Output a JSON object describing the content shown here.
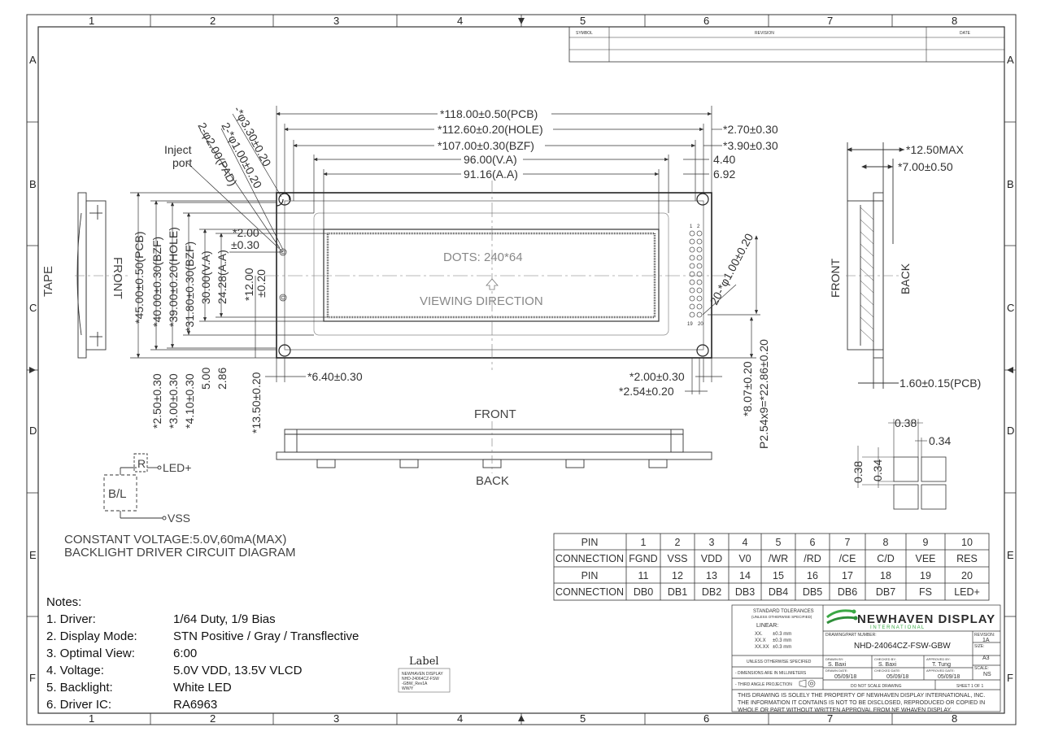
{
  "frame": {
    "col_numbers": [
      "1",
      "2",
      "3",
      "4",
      "5",
      "6",
      "7",
      "8"
    ],
    "row_letters": [
      "A",
      "B",
      "C",
      "D",
      "E",
      "F"
    ]
  },
  "revision_table": {
    "symbol": "SYMBOL",
    "revision": "REVISION",
    "date": "DATE"
  },
  "top_dims": {
    "pcb_w": "*118.00±0.50(PCB)",
    "hole_w": "*112.60±0.20(HOLE)",
    "bzf_w": "*107.00±0.30(BZF)",
    "va_w": "96.00(V.A)",
    "aa_w": "91.16(A.A)",
    "r1": "*2.70±0.30",
    "r2": "*3.90±0.30",
    "r3": "4.40",
    "r4": "6.92"
  },
  "callouts": {
    "hole": "-*φ3.30±0.20",
    "pin_hole": "2-*φ1.00±0.20",
    "pad": "2-φ2.00(PAD)",
    "inject": "Inject",
    "port": "port",
    "x1": "*2.00",
    "x2": "±0.30",
    "y1": "*12.00",
    "y2": "±0.20"
  },
  "left_dims": {
    "pcb_h": "*45.00±0.50(PCB)",
    "bzf_h": "*40.00±0.30(BZF)",
    "hole_h": "*39.00±0.20(HOLE)",
    "bzf2_h": "*31.80±0.30(BZF)",
    "va_h": "30.00(V.A)",
    "aa_h": "24.28(A.A)",
    "b1": "*2.50±0.30",
    "b2": "*3.00±0.30",
    "b3": "*4.10±0.30",
    "b4": "5.00",
    "b5": "2.86",
    "b6": "*13.50±0.20",
    "b7": "*6.40±0.30"
  },
  "display": {
    "dots": "DOTS: 240*64",
    "viewing": "VIEWING DIRECTION"
  },
  "right_dims": {
    "pins": "20-*φ1.00±0.20",
    "pitch": "P2.54x9=*22.86±0.20",
    "d1": "*8.07±0.20",
    "d2": "*2.00±0.30",
    "d3": "*2.54±0.20",
    "pin1": "1",
    "pin2": "2",
    "pin19": "19",
    "pin20": "20"
  },
  "side_view": {
    "front": "FRONT",
    "back": "BACK",
    "max": "*12.50MAX",
    "d7": "*7.00±0.50",
    "pcb": "1.60±0.15(PCB)"
  },
  "left_side": {
    "front": "FRONT",
    "label": "TAPE"
  },
  "bottom_view": {
    "front": "FRONT",
    "back": "BACK"
  },
  "dot_detail": {
    "a": "0.38",
    "b": "0.34",
    "c": "0.38",
    "d": "0.34"
  },
  "circuit": {
    "r": "R",
    "bl": "B/L",
    "led": "LED+",
    "vss": "VSS",
    "title1": "CONSTANT VOLTAGE:5.0V,60mA(MAX)",
    "title2": "BACKLIGHT DRIVER CIRCUIT DIAGRAM"
  },
  "pin_table": [
    [
      "PIN",
      "1",
      "2",
      "3",
      "4",
      "5",
      "6",
      "7",
      "8",
      "9",
      "10"
    ],
    [
      "CONNECTION",
      "FGND",
      "VSS",
      "VDD",
      "V0",
      "/WR",
      "/RD",
      "/CE",
      "C/D",
      "VEE",
      "RES"
    ],
    [
      "PIN",
      "11",
      "12",
      "13",
      "14",
      "15",
      "16",
      "17",
      "18",
      "19",
      "20"
    ],
    [
      "CONNECTION",
      "DB0",
      "DB1",
      "DB2",
      "DB3",
      "DB4",
      "DB5",
      "DB6",
      "DB7",
      "FS",
      "LED+"
    ]
  ],
  "notes": {
    "title": "Notes:",
    "items": [
      {
        "k": "1. Driver:",
        "v": "1/64 Duty, 1/9 Bias"
      },
      {
        "k": "2. Display Mode:",
        "v": "STN Positive / Gray / Transflective"
      },
      {
        "k": "3. Optimal View:",
        "v": "6:00"
      },
      {
        "k": "4. Voltage:",
        "v": "5.0V VDD, 13.5V VLCD"
      },
      {
        "k": "5. Backlight:",
        "v": "White LED"
      },
      {
        "k": "6. Driver IC:",
        "v": "RA6963"
      }
    ]
  },
  "label_box": {
    "title": "Label",
    "l1": "NEWHAVEN DISPLAY",
    "l2": "NHD-24064CZ-FSW",
    "l3": "-GBW_Rev1A",
    "l4": "WW/Y"
  },
  "title_block": {
    "tol": "STANDARD TOLERANCES",
    "tol_sub": "(UNLESS OTHERWISE SPECIFIED)",
    "linear": "LINEAR:",
    "t1k": "XX.",
    "t1v": "±0.3 mm",
    "t2k": "XX.X",
    "t2v": "±0.3 mm",
    "t3k": "XX.XX",
    "t3v": "±0.3 mm",
    "unless": "UNLESS OTHERWISE SPECIFIED",
    "mm": "- DIMENSIONS ARE IN MILLIMETERS",
    "third": "- THIRD ANGLE PROJECTION",
    "company": "NEWHAVEN DISPLAY",
    "intl": "I N T E R N A T I O N A L",
    "part_label": "DRAWING/PART NUMBER:",
    "part": "NHD-24064CZ-FSW-GBW",
    "rev_label": "REVISION:",
    "rev": "1A",
    "size_label": "SIZE:",
    "size": "A3",
    "scale_label": "SCALE:",
    "scale": "NS",
    "drawn_label": "DRAWN BY:",
    "drawn": "S. Baxi",
    "checked_label": "CHECKED BY:",
    "checked": "S. Baxi",
    "approved_label": "APPROVED BY:",
    "approved": "T. Tung",
    "date_label1": "DRAWN DATE:",
    "date1": "05/09/18",
    "date_label2": "CHECKED DATE:",
    "date2": "05/09/18",
    "date_label3": "APPROVED DATE:",
    "date3": "05/09/18",
    "noscale": "DO NOT SCALE DRAWING",
    "sheet": "SHEET 1 OF 1",
    "prop1": "THIS DRAWING IS SOLELY THE PROPERTY OF NEWHAVEN DISPLAY INTERNATIONAL, INC.",
    "prop2": "THE INFORMATION IT CONTAINS IS NOT TO BE DISCLOSED, REPRODUCED OR COPIED IN",
    "prop3": "WHOLE OR PART WITHOUT WRITTEN APPROVAL FROM NE WHAVEN DISPLAY."
  }
}
